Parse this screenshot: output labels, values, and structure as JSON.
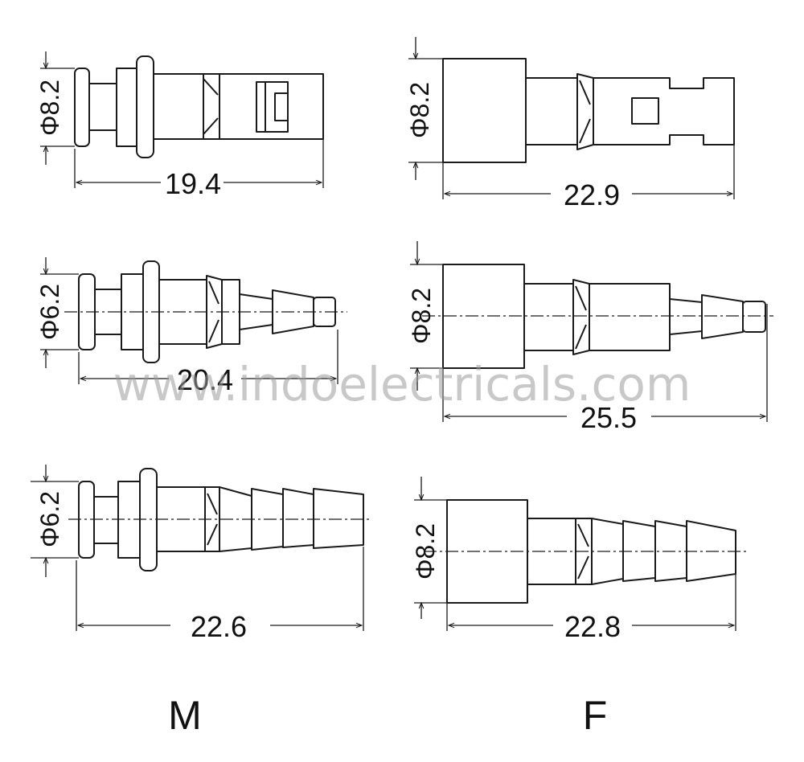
{
  "watermark": "www.indoelectricals.com",
  "labels": {
    "male": "M",
    "female": "F"
  },
  "parts": [
    {
      "id": "m1",
      "length": "19.4",
      "diameter": "Φ8.2"
    },
    {
      "id": "f1",
      "length": "22.9",
      "diameter": "Φ8.2"
    },
    {
      "id": "m2",
      "length": "20.4",
      "diameter": "Φ6.2"
    },
    {
      "id": "f2",
      "length": "25.5",
      "diameter": "Φ8.2"
    },
    {
      "id": "m3",
      "length": "22.6",
      "diameter": "Φ6.2"
    },
    {
      "id": "f3",
      "length": "22.8",
      "diameter": "Φ8.2"
    }
  ]
}
